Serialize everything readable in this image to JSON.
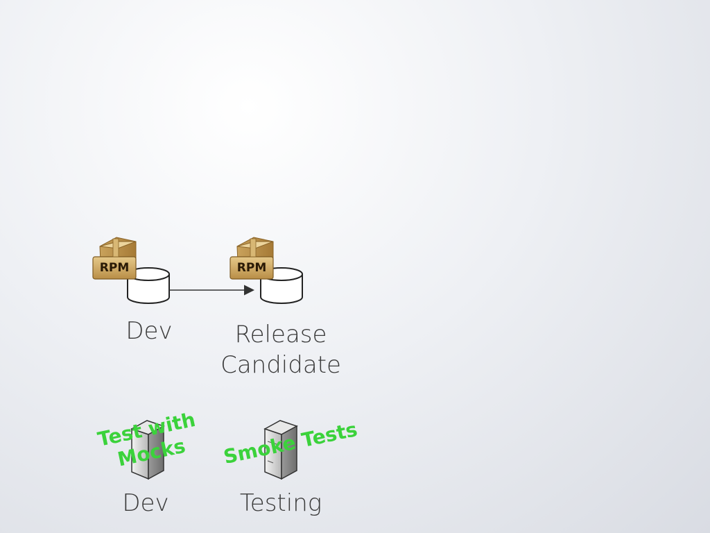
{
  "repos": {
    "dev_label": "Dev",
    "rc_label": "Release Candidate",
    "package_badge_left": "RPM",
    "package_badge_right": "RPM",
    "package_icon": "rpm-package-icon",
    "repo_icon": "database-cylinder-icon",
    "arrow_icon": "arrow-right-icon"
  },
  "servers": {
    "dev_label": "Dev",
    "testing_label": "Testing",
    "server_icon": "server-tower-icon"
  },
  "notes": {
    "dev_note": "Test with Mocks",
    "testing_note": "Smoke Tests",
    "color": "#3bd23b"
  }
}
